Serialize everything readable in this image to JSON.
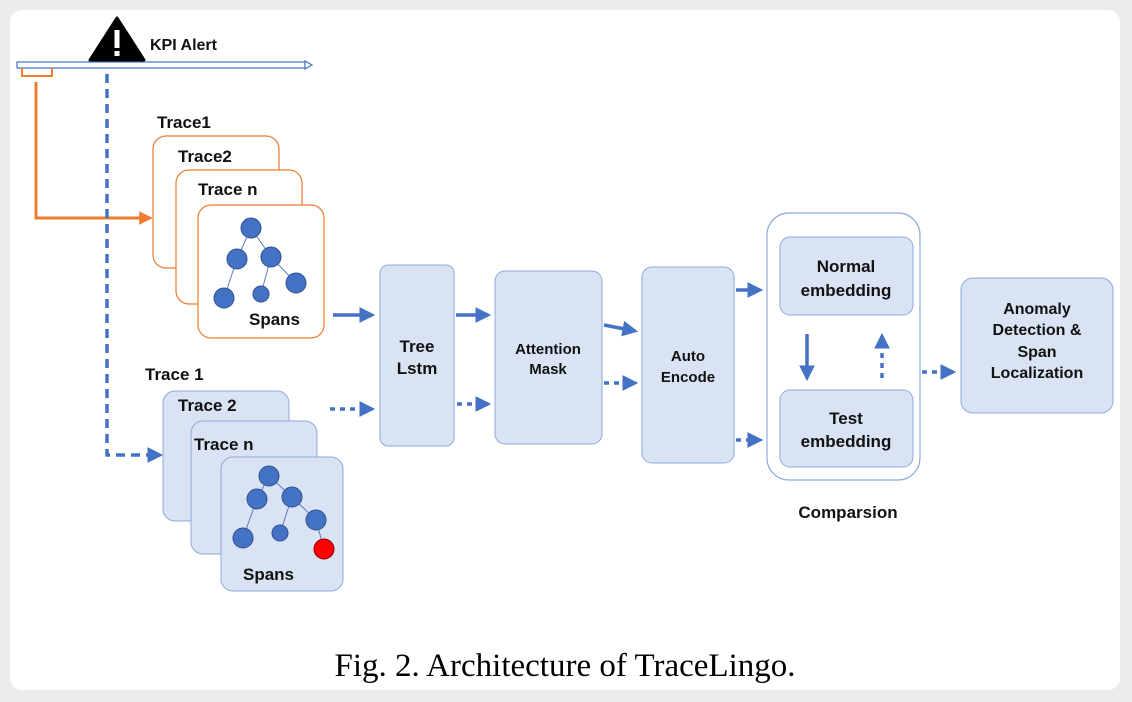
{
  "alert": {
    "label": "KPI Alert",
    "icon": "warning-triangle-icon"
  },
  "normal_traces": {
    "cards": [
      "Trace1",
      "Trace2",
      "Trace n"
    ],
    "spans_label": "Spans"
  },
  "anomalous_traces": {
    "cards": [
      "Trace 1",
      "Trace 2",
      "Trace n"
    ],
    "spans_label": "Spans"
  },
  "blocks": {
    "tree_lstm": [
      "Tree",
      "Lstm"
    ],
    "attention_mask": [
      "Attention",
      "Mask"
    ],
    "auto_encode": [
      "Auto",
      "Encode"
    ],
    "normal_embedding": [
      "Normal",
      "embedding"
    ],
    "test_embedding": [
      "Test",
      "embedding"
    ],
    "anomaly_detection": [
      "Anomaly",
      "Detection &",
      "Span",
      "Localization"
    ]
  },
  "comparison_label": "Comparsion",
  "caption": "Fig. 2.  Architecture of TraceLingo.",
  "colors": {
    "blue": "#4472c4",
    "orange": "#ed7d31",
    "block_fill": "#dae3f3",
    "block_stroke": "#8faadc",
    "node": "#4472c4",
    "anomalous_node": "#ff0000"
  }
}
